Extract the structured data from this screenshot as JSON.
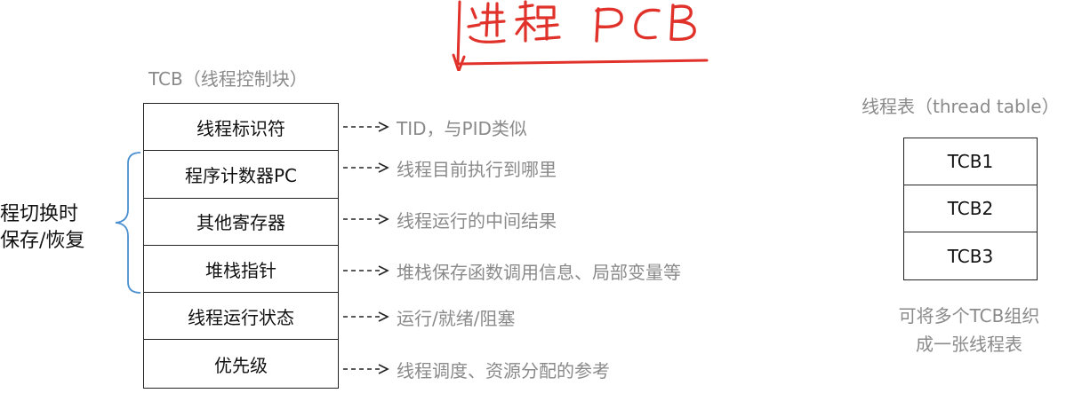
{
  "handwritten_title": "进程 PCB",
  "colors": {
    "handwriting": "#e0322a",
    "brace": "#4a8fd0",
    "gray_text": "#8a8a8a",
    "border": "#222222"
  },
  "tcb": {
    "heading": "TCB（线程控制块）",
    "fields": [
      {
        "name": "线程标识符",
        "desc": "TID，与PID类似"
      },
      {
        "name": "程序计数器PC",
        "desc": "线程目前执行到哪里"
      },
      {
        "name": "其他寄存器",
        "desc": "线程运行的中间结果"
      },
      {
        "name": "堆栈指针",
        "desc": "堆栈保存函数调用信息、局部变量等"
      },
      {
        "name": "线程运行状态",
        "desc": "运行/就绪/阻塞"
      },
      {
        "name": "优先级",
        "desc": "线程调度、资源分配的参考"
      }
    ]
  },
  "side_note": {
    "line1": "线程切换时",
    "line2": "需保存/恢复"
  },
  "thread_table": {
    "heading": "线程表（thread table）",
    "rows": [
      "TCB1",
      "TCB2",
      "TCB3"
    ],
    "caption_line1": "可将多个TCB组织",
    "caption_line2": "成一张线程表"
  }
}
